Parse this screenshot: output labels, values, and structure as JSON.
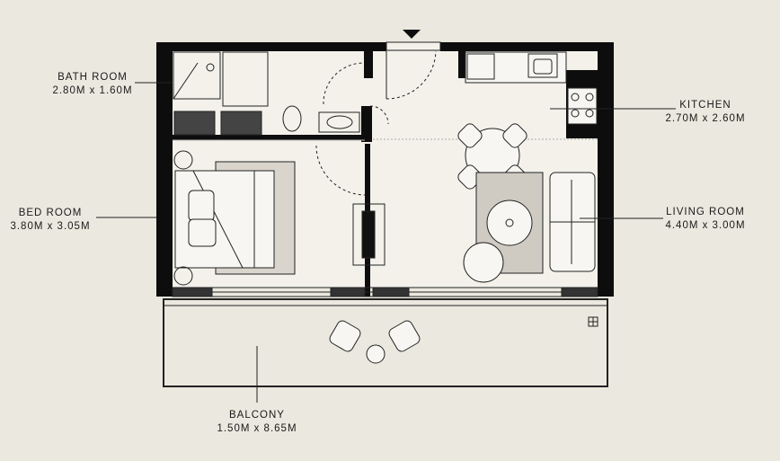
{
  "rooms": {
    "bathroom": {
      "name": "BATH ROOM",
      "size": "2.80M x 1.60M"
    },
    "bedroom": {
      "name": "BED ROOM",
      "size": "3.80M x 3.05M"
    },
    "kitchen": {
      "name": "KITCHEN",
      "size": "2.70M x 2.60M"
    },
    "living": {
      "name": "LIVING ROOM",
      "size": "4.40M x 3.00M"
    },
    "balcony": {
      "name": "BALCONY",
      "size": "1.50M x 8.65M"
    }
  },
  "colors": {
    "background": "#ebe8df",
    "wall": "#0d0d0d",
    "floor": "#f3f1ea",
    "rug": "#cfcbc2"
  }
}
